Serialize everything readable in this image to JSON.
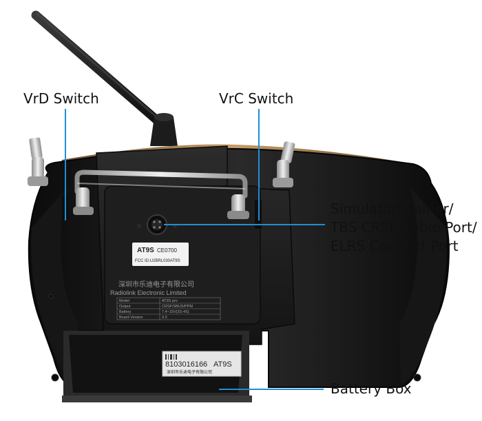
{
  "annotations": {
    "vrd_switch": "VrD Switch",
    "vrc_switch": "VrC Switch",
    "port_lines": [
      "Simulator/Trainer/",
      "TBS CRSF Cable Port/",
      "ELRS Connect Port"
    ],
    "battery_box": "Battery Box"
  },
  "device_labels": {
    "model_badge": "AT9S",
    "ce_mark": "CE0700",
    "fcc_id": "FCC ID:U2BRL030AT9S",
    "company_cn": "深圳市乐迪电子有限公司",
    "company_en": "Radiolink Electronic Limited",
    "spec_table": [
      {
        "key": "Model",
        "value": "AT9S pro"
      },
      {
        "key": "Output",
        "value": "CRSF/SBUS/PPM"
      },
      {
        "key": "Battery",
        "value": "7.4~15V(2S-4S)"
      },
      {
        "key": "Board Version",
        "value": "3.0"
      }
    ],
    "barcode_number": "8103016166",
    "barcode_model": "AT9S",
    "barcode_company_cn": "深圳市乐迪电子有限公司"
  },
  "colors": {
    "leader_line": "#1f8fd6",
    "body": "#1a1a1a",
    "trim": "#b08a5a",
    "metal": "#c9c9c9",
    "label_paper": "#f2f2f2"
  }
}
